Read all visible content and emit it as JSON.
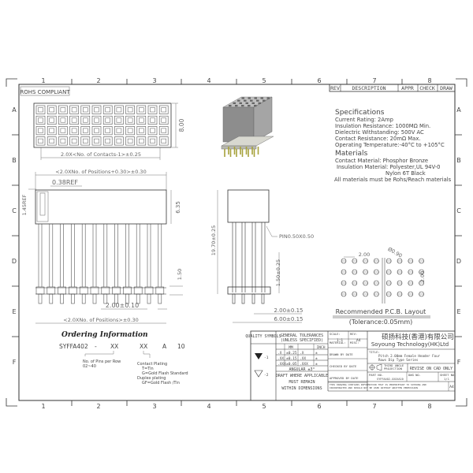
{
  "frame": {
    "columns": [
      "1",
      "2",
      "3",
      "4",
      "5",
      "6",
      "7",
      "8"
    ],
    "rows": [
      "A",
      "B",
      "C",
      "D",
      "E",
      "F"
    ]
  },
  "rohs_label": "ROHS COMPLIANT",
  "revision_table": {
    "headers": [
      "REV",
      "DESCRIPTION",
      "APPR",
      "CHECK",
      "DRAW"
    ]
  },
  "specifications": {
    "title": "Specifications",
    "lines": [
      "Current Rating:  2Amp",
      "Insulation Resistance:   1000MΩ Min.",
      "Dielectric Withstanding:   500V AC",
      "Contact Resistance:   20mΩ Max.",
      "Operating Temperature:-40°C to +105°C"
    ]
  },
  "materials": {
    "title": "Materials",
    "lines": [
      "Contact Material: Phosphor Bronze",
      "Insulation Material: Polyester,UL 94V-0",
      "Nylon 6T   Black",
      "All materials must be Rohs/Reach materials"
    ]
  },
  "dimensions": {
    "top_width": "2.0X<No. of Contacts-1>±0.25",
    "top_height": "8.00",
    "side_overall_width": "<2.0XNo. of Positions+0.30>±0.30",
    "ref_038": "0.38REF",
    "ref_145": "1.45REF",
    "body_height": "6.35",
    "pin_gap": "1.50",
    "pitch": "2.00±0.10",
    "bottom_width": "<2.0XNo. of Positions>±0.30",
    "end_total_height": "19.70±0.25",
    "pin_note": "PIN0.50X0.50",
    "end_pin_gap": "1.50±0.25",
    "end_pitch": "2.00±0.15",
    "end_row_span": "6.00±0.15"
  },
  "pcb_layout": {
    "pitch_x": "2.00",
    "hole_dia": "Ø0.90",
    "pitch_y": "2.00",
    "title": "Recommended P.C.B. Layout",
    "tolerance": "(Tolerance:0.05mm)"
  },
  "ordering": {
    "title": "Ordering Information",
    "part_code": [
      "SYFFA402",
      "-",
      "XX",
      "XX",
      "A",
      "10"
    ],
    "pins_note": [
      "No. of Pins per Row",
      "02~40"
    ],
    "plating_note": [
      "Contact Plating",
      "T=Tin",
      "G=Gold Flash Standard",
      "Duplex plating",
      "GF=Gold Flash /Tin"
    ]
  },
  "title_block": {
    "quality_symbols": "QUALITY SYMBOLS",
    "general_tolerances": [
      "GENERAL TOLERANCES",
      "(UNLESS SPECIFIED)"
    ],
    "tol_headers": [
      "MM",
      "INCH"
    ],
    "tol_rows": [
      [
        ".X",
        "±0.25",
        ".X",
        "±"
      ],
      [
        ".XX",
        "±0.15",
        ".XX",
        "±"
      ],
      [
        ".XXX",
        "±0.05",
        ".XXX",
        "±"
      ]
    ],
    "angular": "ANGULAR ±3°",
    "draft_note": [
      "DRAFT WHERE APPLICABLE",
      "MUST REMAIN",
      "WITHIN DIMENSIONS"
    ],
    "scale_label": "SCALE:",
    "scale_value": "1:1",
    "rev_label": "REV:",
    "rev_value": "A4",
    "material_label": "MATERIAL:",
    "misc_label": "MISC:",
    "drawn_by": "DRAWN BY   DATE",
    "checked_by": "CHECKED BY   DATE",
    "approved_by": "APPROVED BY   DATE",
    "company_cn": "硕扬科技(香港)有限公司",
    "company_en": "Soyoung Technology(HK)Ltd",
    "title_label": "TITLE:",
    "title_lines": [
      "Pitch 2.00mm Female Header Four",
      "Rows Dip Type Series"
    ],
    "projection": [
      "THIRD ANGLE",
      "PROJECTION"
    ],
    "revise_note": "REVISE ON CAD ONLY",
    "part_no_label": "PART NO.",
    "part_no": "SYFFA402-XXXXA10",
    "dwg_no_label": "DWG NO.",
    "sheet_label": "SHEET NO.",
    "sheet_value": "1/1",
    "confidential": [
      "THIS DRAWING CONTAINS INFORMATION THAT IS PROPRIETARY TO SOYOUNG AND",
      "INCORPORATED AND SHOULD NOT BE USED WITHOUT WRITTEN PERMISSION"
    ],
    "size": "A4"
  }
}
